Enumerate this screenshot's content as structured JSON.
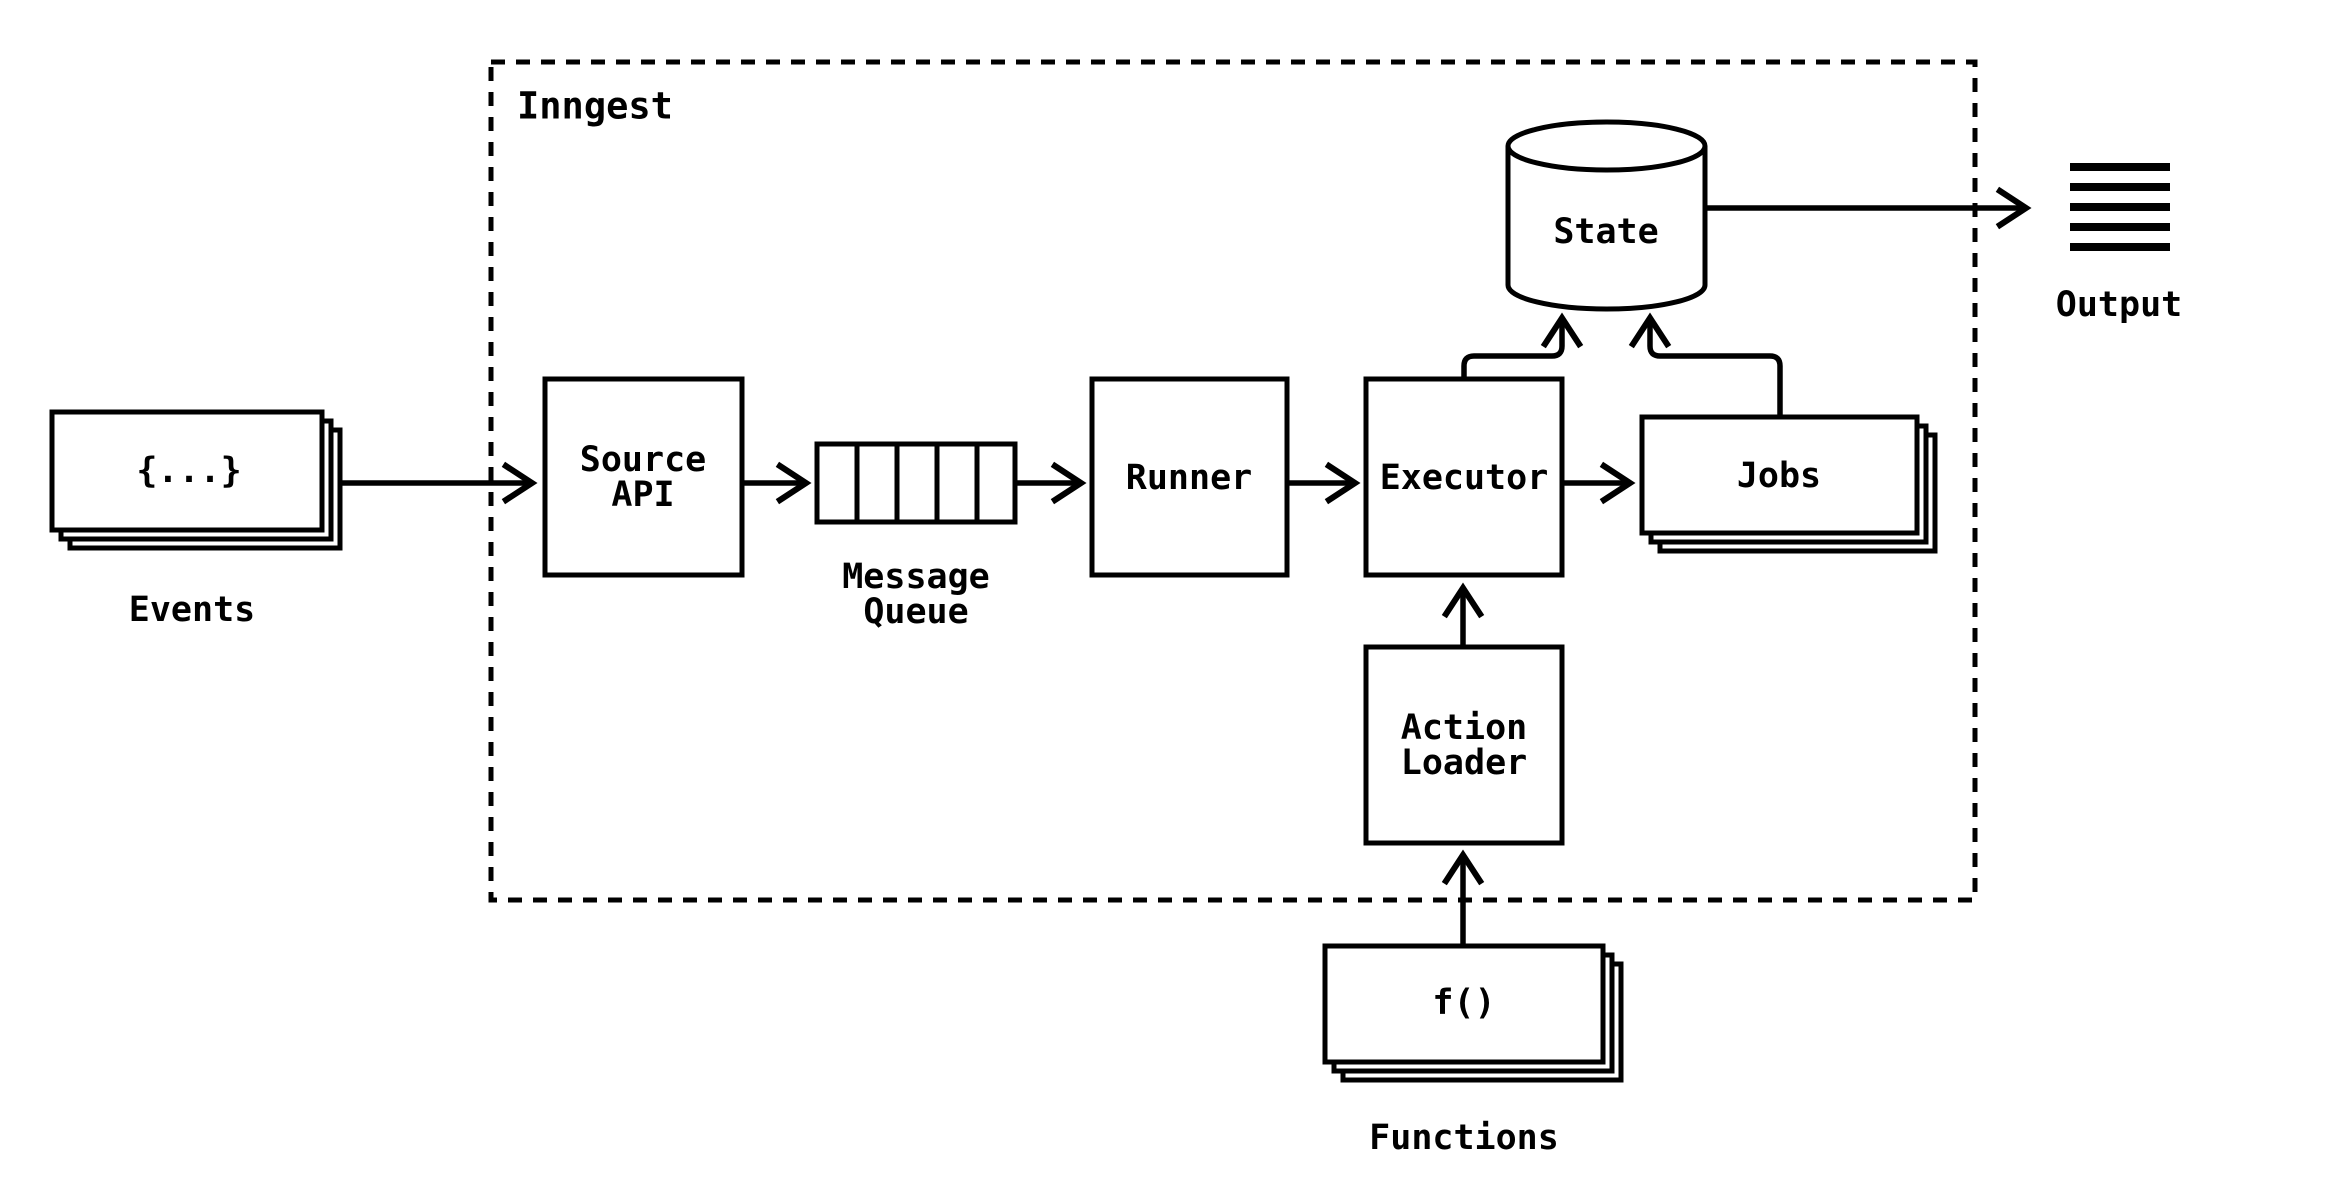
{
  "diagram": {
    "container": {
      "label": "Inngest"
    },
    "nodes": {
      "events": {
        "icon_text": "{...}",
        "label": "Events",
        "icon": "stacked-documents"
      },
      "source_api": {
        "line1": "Source",
        "line2": "API"
      },
      "message_queue": {
        "label_line1": "Message",
        "label_line2": "Queue",
        "icon": "segmented-queue",
        "segments": 5
      },
      "runner": {
        "label": "Runner"
      },
      "executor": {
        "label": "Executor"
      },
      "jobs": {
        "label": "Jobs",
        "icon": "stacked-documents"
      },
      "state": {
        "label": "State",
        "icon": "database-cylinder"
      },
      "action_loader": {
        "line1": "Action",
        "line2": "Loader"
      },
      "functions": {
        "icon_text": "f()",
        "label": "Functions",
        "icon": "stacked-documents"
      },
      "output": {
        "label": "Output",
        "icon": "output-lines"
      }
    },
    "edges": [
      "events -> source_api",
      "source_api -> message_queue",
      "message_queue -> runner",
      "runner -> executor",
      "executor -> jobs",
      "executor -> state",
      "jobs -> state",
      "state -> output",
      "action_loader -> executor",
      "functions -> action_loader"
    ],
    "colors": {
      "stroke": "#000000",
      "background": "#ffffff"
    }
  }
}
